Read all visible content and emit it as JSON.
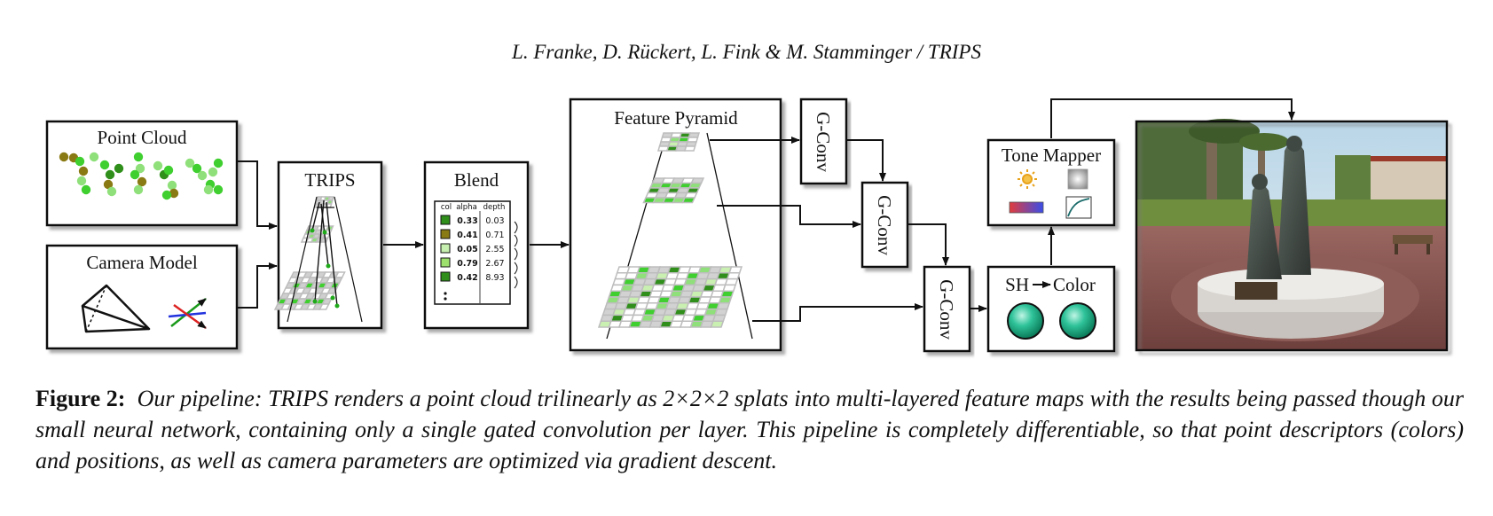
{
  "header": {
    "authors": "L. Franke, D. Rückert, L. Fink & M. Stamminger / TRIPS"
  },
  "diagram": {
    "point_cloud": "Point Cloud",
    "camera_model": "Camera Model",
    "trips": "TRIPS",
    "blend": {
      "title": "Blend",
      "columns": [
        "col",
        "alpha",
        "depth"
      ],
      "rows": [
        {
          "color": "#2f8f1a",
          "alpha": "0.33",
          "depth": "0.03"
        },
        {
          "color": "#8a7a14",
          "alpha": "0.41",
          "depth": "0.71"
        },
        {
          "color": "#c6efb0",
          "alpha": "0.05",
          "depth": "2.55"
        },
        {
          "color": "#9ee06e",
          "alpha": "0.79",
          "depth": "2.67"
        },
        {
          "color": "#2f8f1a",
          "alpha": "0.42",
          "depth": "8.93"
        }
      ]
    },
    "feature_pyramid": "Feature Pyramid",
    "gconv": "G-Conv",
    "tone_mapper": "Tone Mapper",
    "sh_color": {
      "left": "SH",
      "right": "Color"
    },
    "photo_description_colors": {
      "sky": "#cfe3ef",
      "ground": "#8a5a55",
      "grass": "#6f8f3e"
    }
  },
  "caption": {
    "label": "Figure 2:",
    "text": "Our pipeline: TRIPS renders a point cloud trilinearly as 2×2×2 splats into multi-layered feature maps with the results being passed though our small neural network, containing only a single gated convolution per layer. This pipeline is completely differentiable, so that point descriptors (colors) and positions, as well as camera parameters are optimized via gradient descent."
  }
}
